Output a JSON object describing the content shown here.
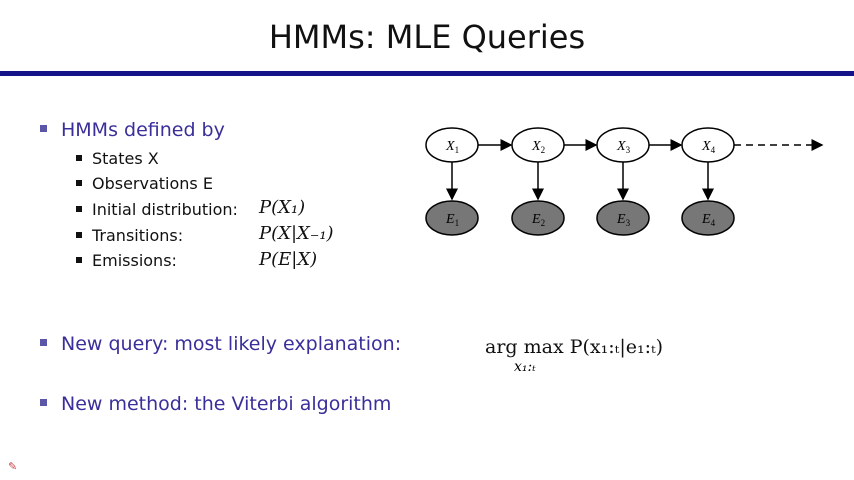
{
  "title": "HMMs: MLE Queries",
  "bullets": {
    "b1": "HMMs defined by",
    "sub": [
      "States X",
      "Observations E",
      "Initial distribution:",
      "Transitions:",
      "Emissions:"
    ],
    "math": [
      "P(X₁)",
      "P(X|X₋₁)",
      "P(E|X)"
    ],
    "b2": "New query: most likely explanation:",
    "b3": "New method: the Viterbi algorithm"
  },
  "formula": {
    "main": "arg max P(x₁:ₜ|e₁:ₜ)",
    "sub": "x₁:ₜ"
  },
  "diagram": {
    "states": [
      "X",
      "X",
      "X",
      "X"
    ],
    "evidence": [
      "E",
      "E",
      "E",
      "E"
    ],
    "indices": [
      "1",
      "2",
      "3",
      "4"
    ]
  }
}
